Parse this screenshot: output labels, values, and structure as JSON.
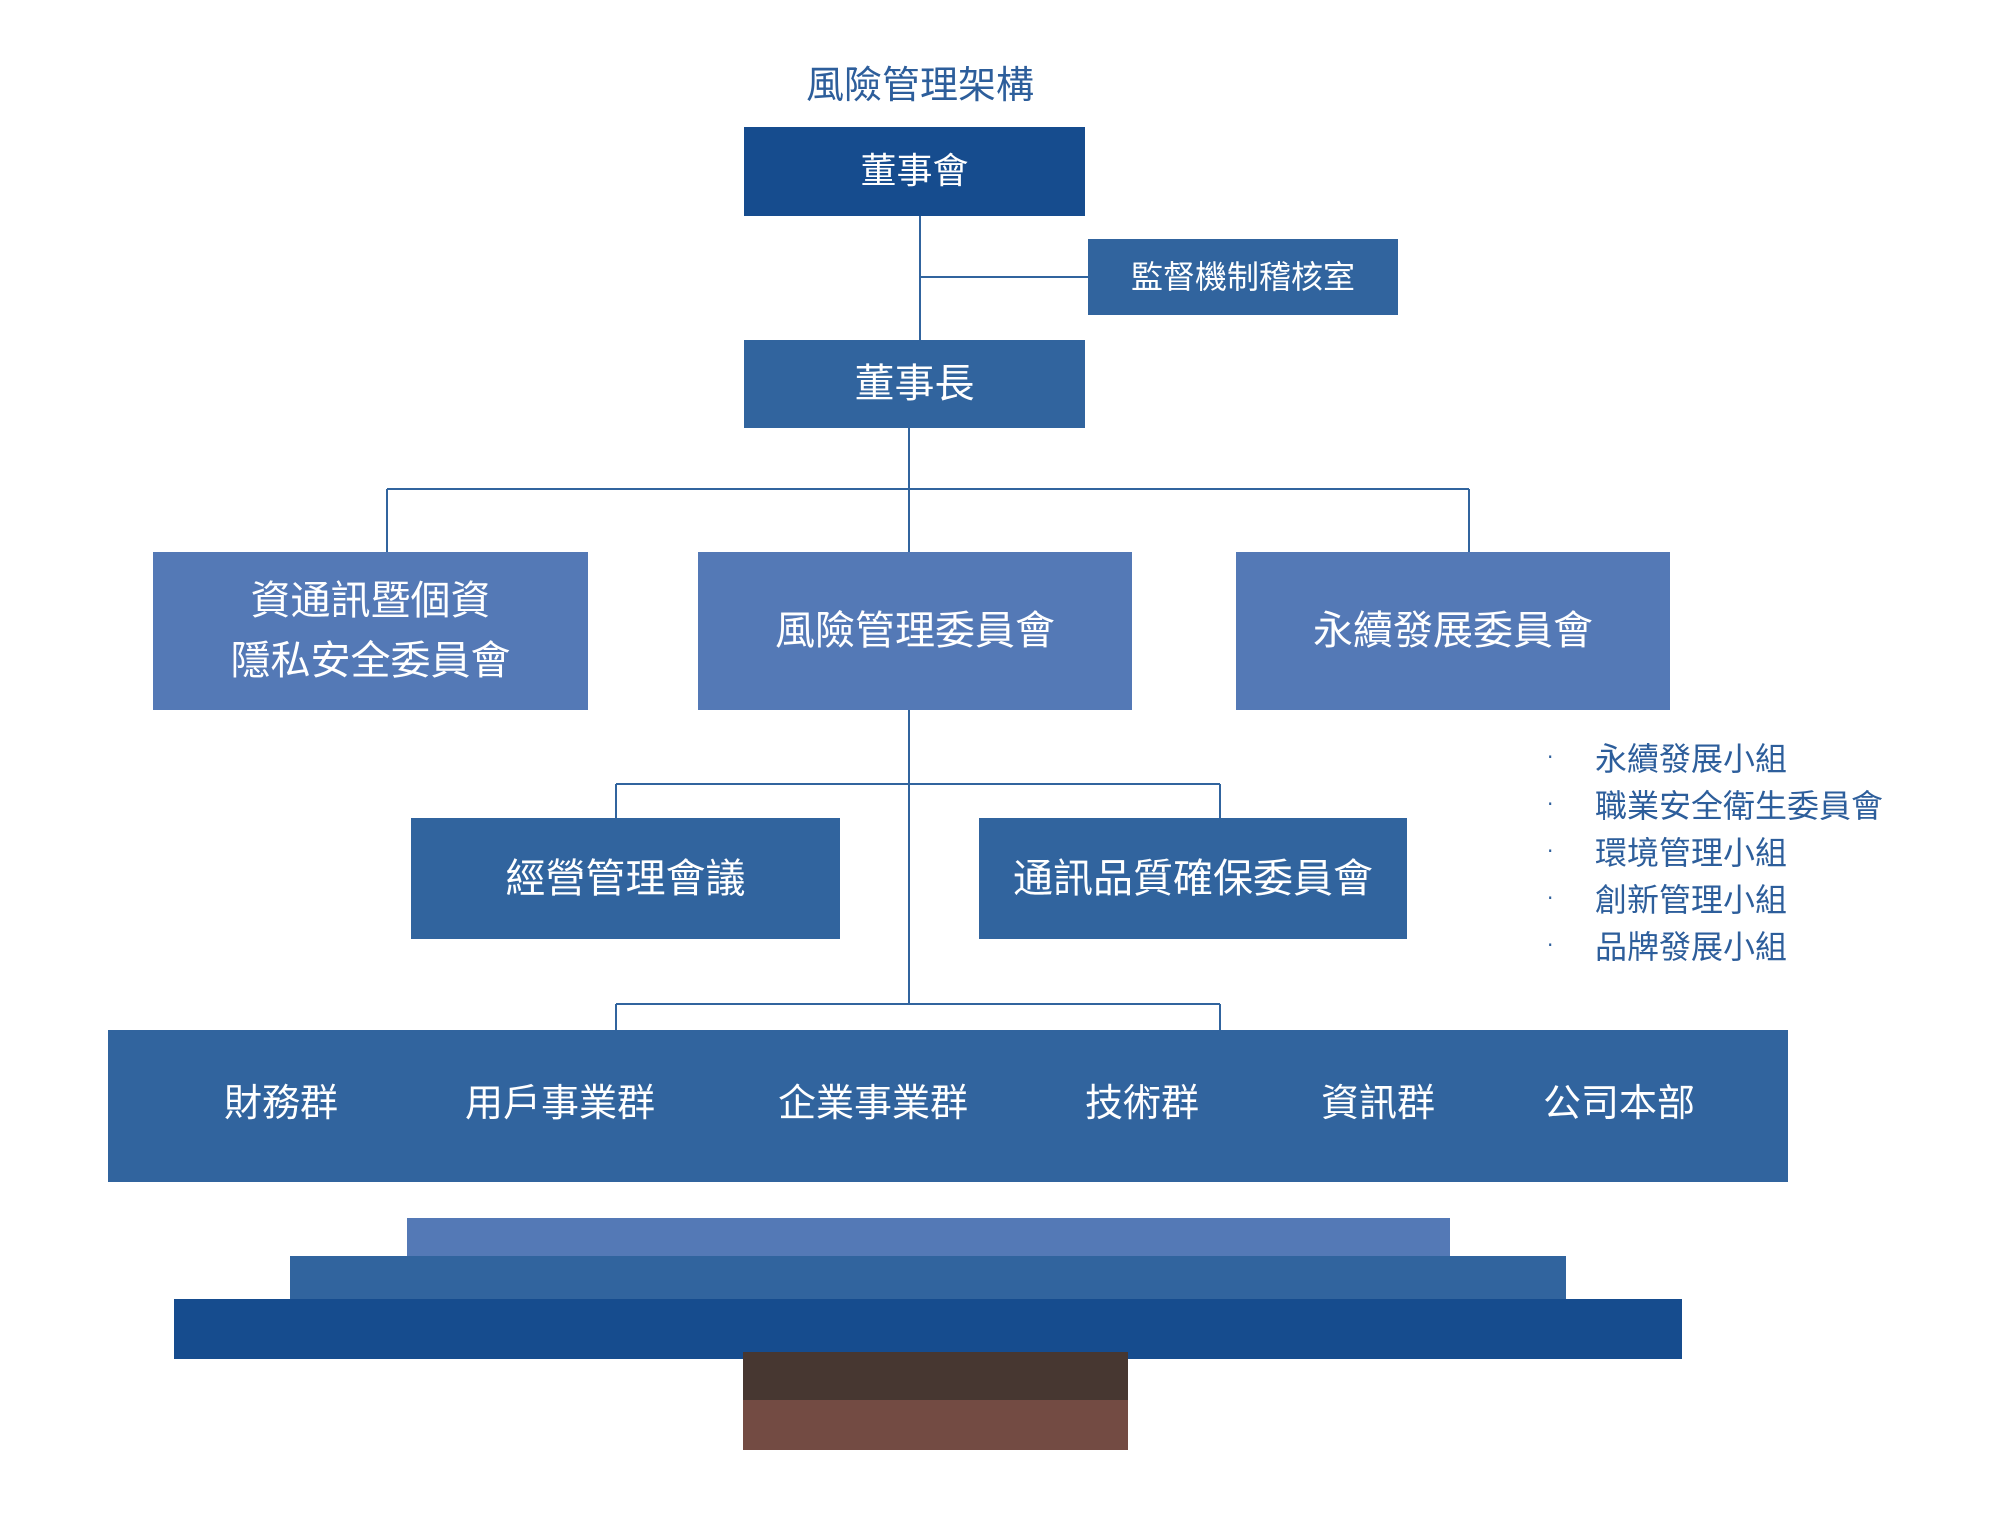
{
  "title": "風險管理架構",
  "nodes": {
    "board": "董事會",
    "audit": "監督機制稽核室",
    "chairman": "董事長",
    "privacy_line1": "資通訊暨個資",
    "privacy_line2": "隱私安全委員會",
    "risk": "風險管理委員會",
    "sustain": "永續發展委員會",
    "mgmt": "經營管理會議",
    "quality": "通訊品質確保委員會"
  },
  "sustain_subgroups": [
    "永續發展小組",
    "職業安全衛生委員會",
    "環境管理小組",
    "創新管理小組",
    "品牌發展小組"
  ],
  "bullet_char": "·",
  "groups": [
    "財務群",
    "用戶事業群",
    "企業事業群",
    "技術群",
    "資訊群",
    "公司本部"
  ],
  "colors": {
    "dark_blue": "#164C8E",
    "mid_blue": "#31649E",
    "light_blue": "#5479B6",
    "dark_brown": "#473731",
    "brown": "#734B43"
  }
}
